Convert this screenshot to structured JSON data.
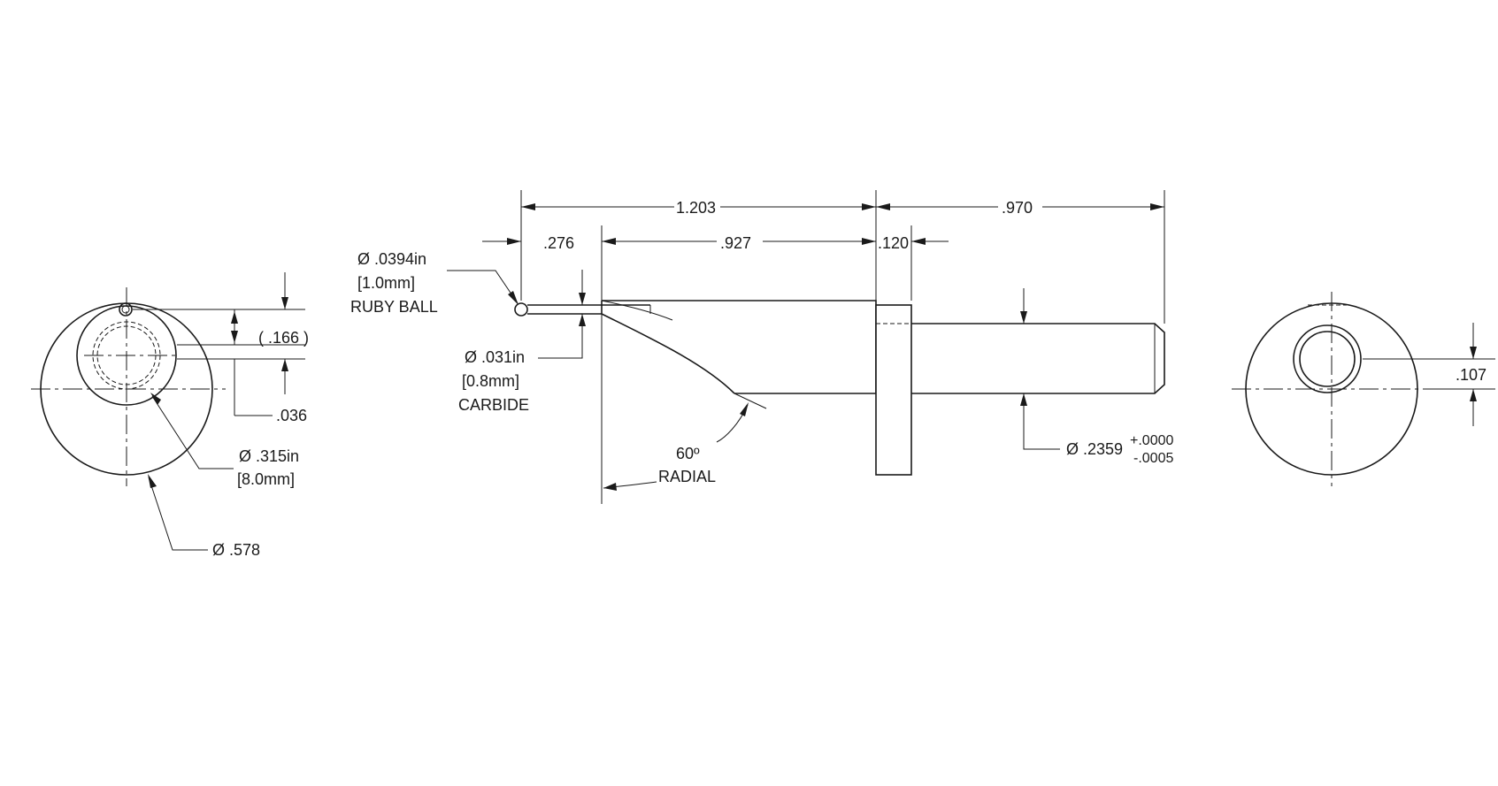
{
  "dimensions": {
    "overall_front": "1.203",
    "shank_length": ".970",
    "tip_length": ".276",
    "body_length": ".927",
    "flange_thickness": ".120",
    "offset_166": "( .166 )",
    "offset_036": ".036",
    "offset_107": ".107"
  },
  "callouts": {
    "ruby_dia": "Ø .0394in",
    "ruby_mm": "[1.0mm]",
    "ruby_label": "RUBY BALL",
    "carbide_dia": "Ø .031in",
    "carbide_mm": "[0.8mm]",
    "carbide_label": "CARBIDE",
    "angle": "60º",
    "radial": "RADIAL",
    "shank_dia": "Ø .2359",
    "tol_plus": "+.0000",
    "tol_minus": "-.0005",
    "body_dia": "Ø .315in",
    "body_mm": "[8.0mm]",
    "flange_dia": "Ø .578"
  }
}
